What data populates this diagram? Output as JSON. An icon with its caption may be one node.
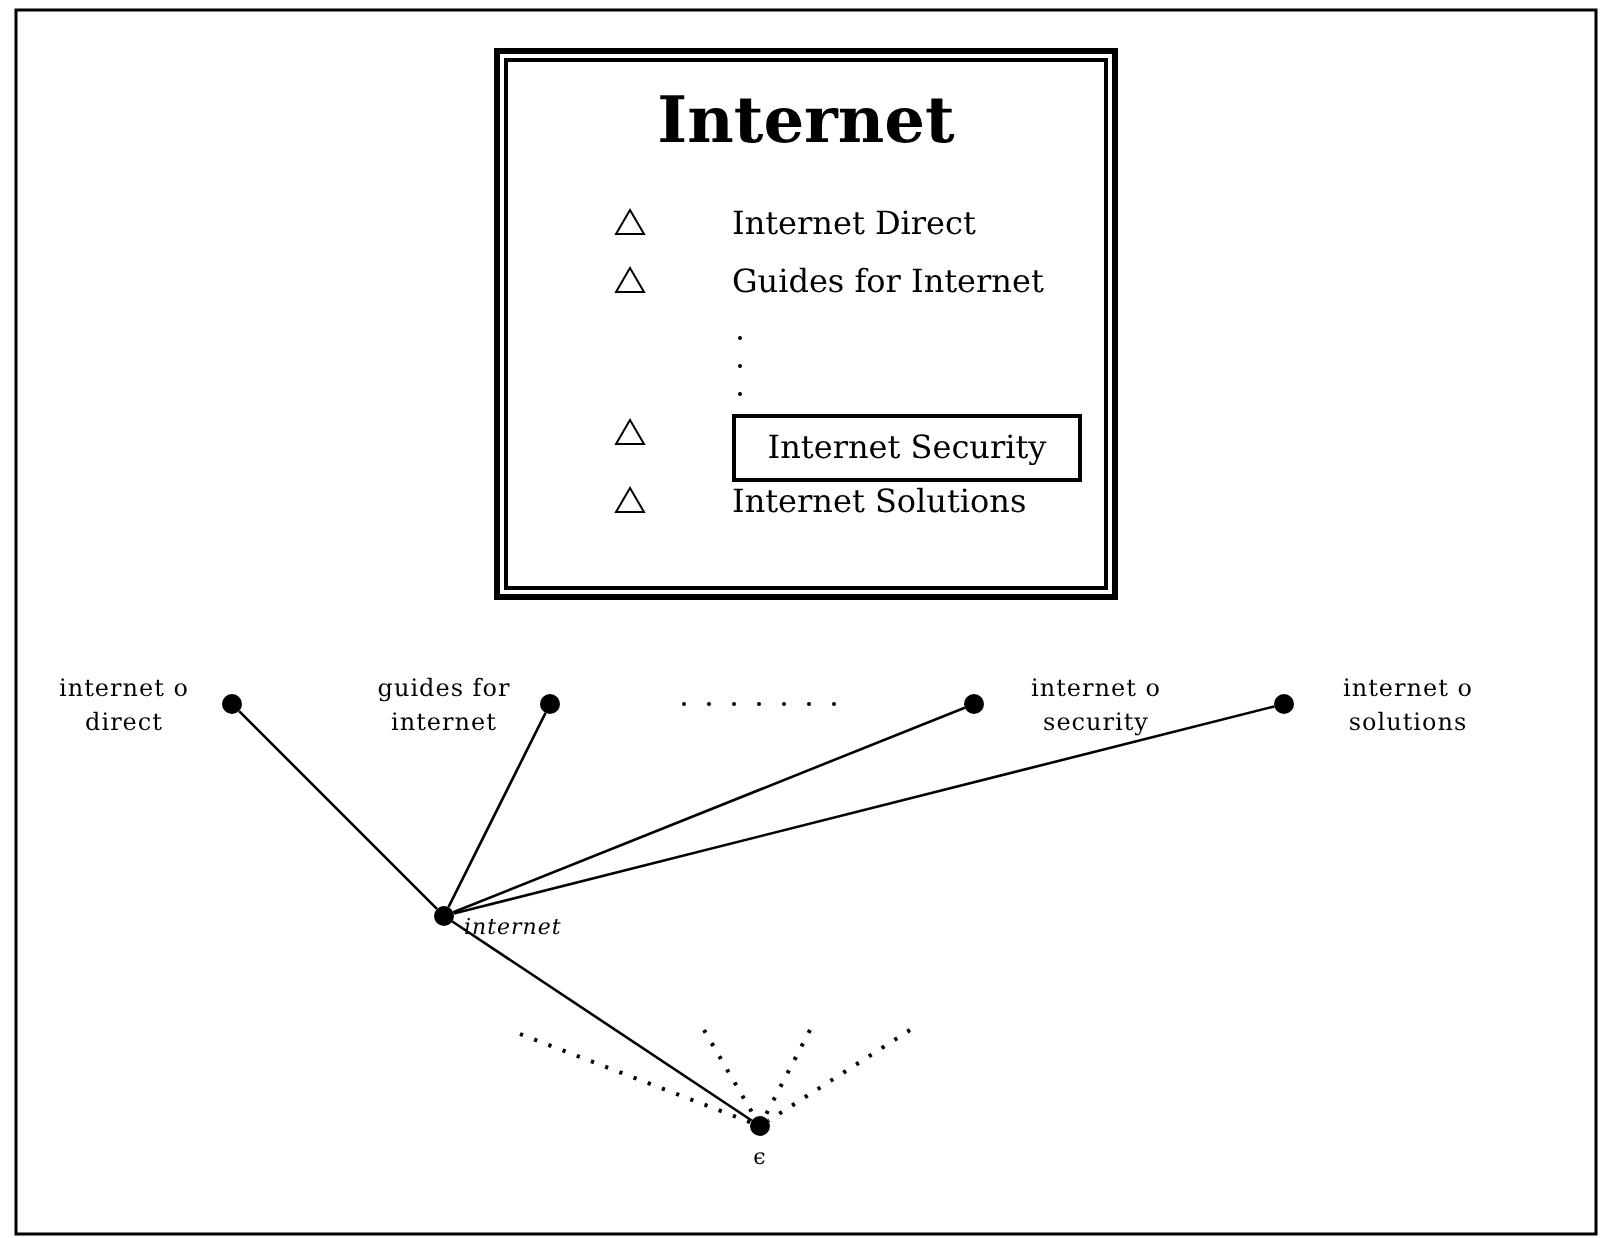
{
  "diagram": {
    "nodes": [
      {
        "text": [
          "Internet",
          "Internet Direct",
          "Guides for Internet",
          "Internet Solutions"
        ]
      },
      {
        "text": [
          "Internet Security"
        ],
        "in": 0
      },
      {
        "text": [],
        "shape": "circle",
        "beside": [
          "internet o direct"
        ]
      },
      {
        "text": [],
        "shape": "circle",
        "beside": [
          "guides for internet"
        ]
      },
      {
        "text": [],
        "shape": "circle",
        "beside": [
          "internet o security"
        ]
      },
      {
        "text": [],
        "shape": "circle",
        "beside": [
          "internet o solutions"
        ]
      },
      {
        "text": [],
        "shape": "circle",
        "beside": [
          "internet"
        ]
      },
      {
        "text": [],
        "shape": "circle",
        "beside": [
          "ϵ"
        ]
      }
    ],
    "edges": [
      {
        "from": 6,
        "to": 2,
        "arrow": "none"
      },
      {
        "from": 6,
        "to": 3,
        "arrow": "none"
      },
      {
        "from": 6,
        "to": 4,
        "arrow": "none"
      },
      {
        "from": 6,
        "to": 5,
        "arrow": "none"
      },
      {
        "from": 7,
        "to": 6,
        "arrow": "none"
      },
      {
        "from": null,
        "to": 7,
        "arrow": "none",
        "style": "dashed"
      },
      {
        "from": null,
        "to": 7,
        "arrow": "none",
        "style": "dashed"
      },
      {
        "from": null,
        "to": 7,
        "arrow": "none",
        "style": "dashed"
      },
      {
        "from": null,
        "to": 7,
        "arrow": "none",
        "style": "dashed"
      }
    ]
  }
}
